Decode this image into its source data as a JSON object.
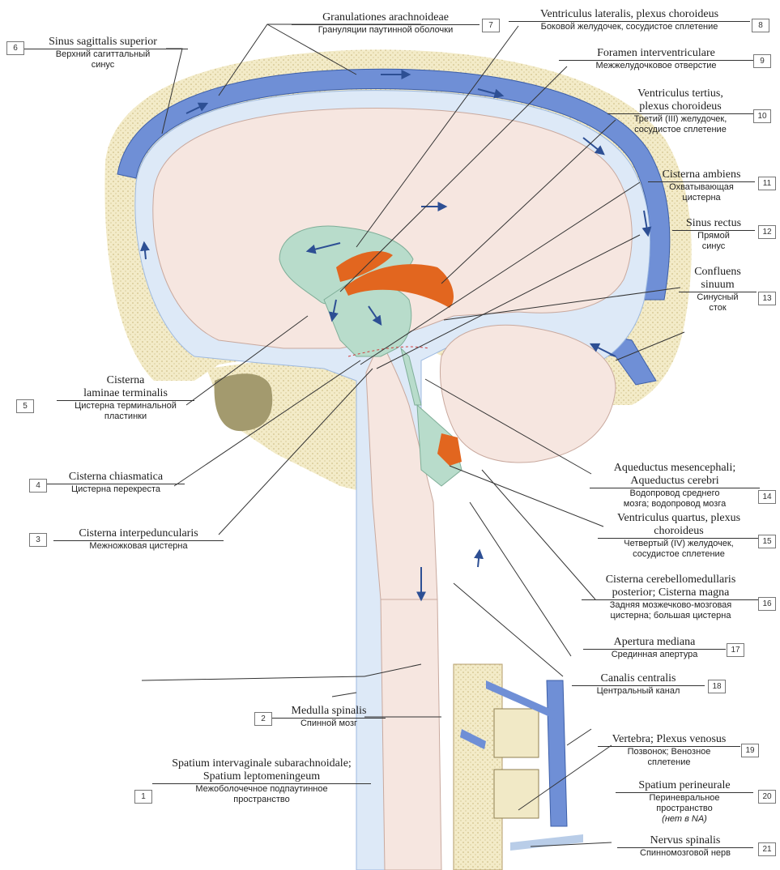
{
  "labels": [
    {
      "number": "1",
      "latin": "Spatium intervaginale subarachnoidale;",
      "latin2": "Spatium leptomeningeum",
      "russian": "Межоболочечное подпаутинное",
      "russian2": "пространство"
    },
    {
      "number": "2",
      "latin": "Medulla spinalis",
      "russian": "Спинной мозг"
    },
    {
      "number": "3",
      "latin": "Cisterna interpeduncularis",
      "russian": "Межножковая цистерна"
    },
    {
      "number": "4",
      "latin": "Cisterna chiasmatica",
      "russian": "Цистерна перекреста"
    },
    {
      "number": "5",
      "latin": "Cisterna",
      "latin2": "laminae terminalis",
      "russian": "Цистерна терминальной",
      "russian2": "пластинки"
    },
    {
      "number": "6",
      "latin": "Sinus sagittalis superior",
      "russian": "Верхний сагиттальный",
      "russian2": "синус"
    },
    {
      "number": "7",
      "latin": "Granulationes arachnoideae",
      "russian": "Грануляции паутинной оболочки"
    },
    {
      "number": "8",
      "latin": "Ventriculus lateralis, plexus choroideus",
      "russian": "Боковой желудочек, сосудистое сплетение"
    },
    {
      "number": "9",
      "latin": "Foramen interventriculare",
      "russian": "Межжелудочковое отверстие"
    },
    {
      "number": "10",
      "latin": "Ventriculus tertius,",
      "latin2": "plexus choroideus",
      "russian": "Третий (III) желудочек,",
      "russian2": "сосудистое сплетение"
    },
    {
      "number": "11",
      "latin": "Cisterna ambiens",
      "russian": "Охватывающая",
      "russian2": "цистерна"
    },
    {
      "number": "12",
      "latin": "Sinus rectus",
      "russian": "Прямой",
      "russian2": "синус"
    },
    {
      "number": "13",
      "latin": "Confluens",
      "latin2": "sinuum",
      "russian": "Синусный",
      "russian2": "сток"
    },
    {
      "number": "14",
      "latin": "Aqueductus mesencephali;",
      "latin2": "Aqueductus cerebri",
      "russian": "Водопровод среднего",
      "russian2": "мозга; водопровод мозга"
    },
    {
      "number": "15",
      "latin": "Ventriculus quartus, plexus",
      "latin2": "choroideus",
      "russian": "Четвертый (IV) желудочек,",
      "russian2": "сосудистое сплетение"
    },
    {
      "number": "16",
      "latin": "Cisterna cerebellomedullaris",
      "latin2": "posterior; Cisterna magna",
      "russian": "Задняя мозжечково-мозговая",
      "russian2": "цистерна; большая цистерна"
    },
    {
      "number": "17",
      "latin": "Apertura mediana",
      "russian": "Срединная апертура"
    },
    {
      "number": "18",
      "latin": "Canalis centralis",
      "russian": "Центральный канал"
    },
    {
      "number": "19",
      "latin": "Vertebra; Plexus venosus",
      "russian": "Позвонок; Венозное",
      "russian2": "сплетение"
    },
    {
      "number": "20",
      "latin": "Spatium perineurale",
      "russian": "Периневральное",
      "russian2": "пространство",
      "russian3": "(нет в NA)"
    },
    {
      "number": "21",
      "latin": "Nervus spinalis",
      "russian": "Спинномозговой нерв"
    }
  ],
  "colors": {
    "sinus": "#6f8fd6",
    "csf": "#dde9f7",
    "brain": "#f6e6e0",
    "ventricle": "#b8dccb",
    "plexus": "#e2661f",
    "bone": "#f1e9c6",
    "sinus_cavity": "#a39a6e"
  }
}
